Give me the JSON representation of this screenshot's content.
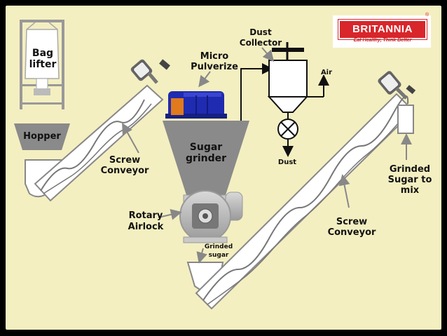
{
  "labels": {
    "bag_lifter_1": "Bag",
    "bag_lifter_2": "lifter",
    "hopper": "Hopper",
    "screw_conveyor_left_1": "Screw",
    "screw_conveyor_left_2": "Conveyor",
    "micro_pulverize_1": "Micro",
    "micro_pulverize_2": "Pulverize",
    "dust_collector_1": "Dust",
    "dust_collector_2": "Collector",
    "air": "Air",
    "dust": "Dust",
    "sugar_grinder_1": "Sugar",
    "sugar_grinder_2": "grinder",
    "rotary_airlock_1": "Rotary",
    "rotary_airlock_2": "Airlock",
    "grinded_sugar_1": "Grinded",
    "grinded_sugar_2": "sugar",
    "screw_conveyor_right_1": "Screw",
    "screw_conveyor_right_2": "Conveyor",
    "grinded_to_mix_1": "Grinded",
    "grinded_to_mix_2": "Sugar to",
    "grinded_to_mix_3": "mix"
  },
  "logo": {
    "brand": "BRITANNIA",
    "tagline": "Eat Healthy, Think Better",
    "registered": "®"
  },
  "colors": {
    "background": "#f4efc1",
    "equipment_gray": "#8a8a8a",
    "motor_blue": "#1f2bb0",
    "motor_orange": "#e07a1c",
    "brand_red": "#d8262b"
  }
}
